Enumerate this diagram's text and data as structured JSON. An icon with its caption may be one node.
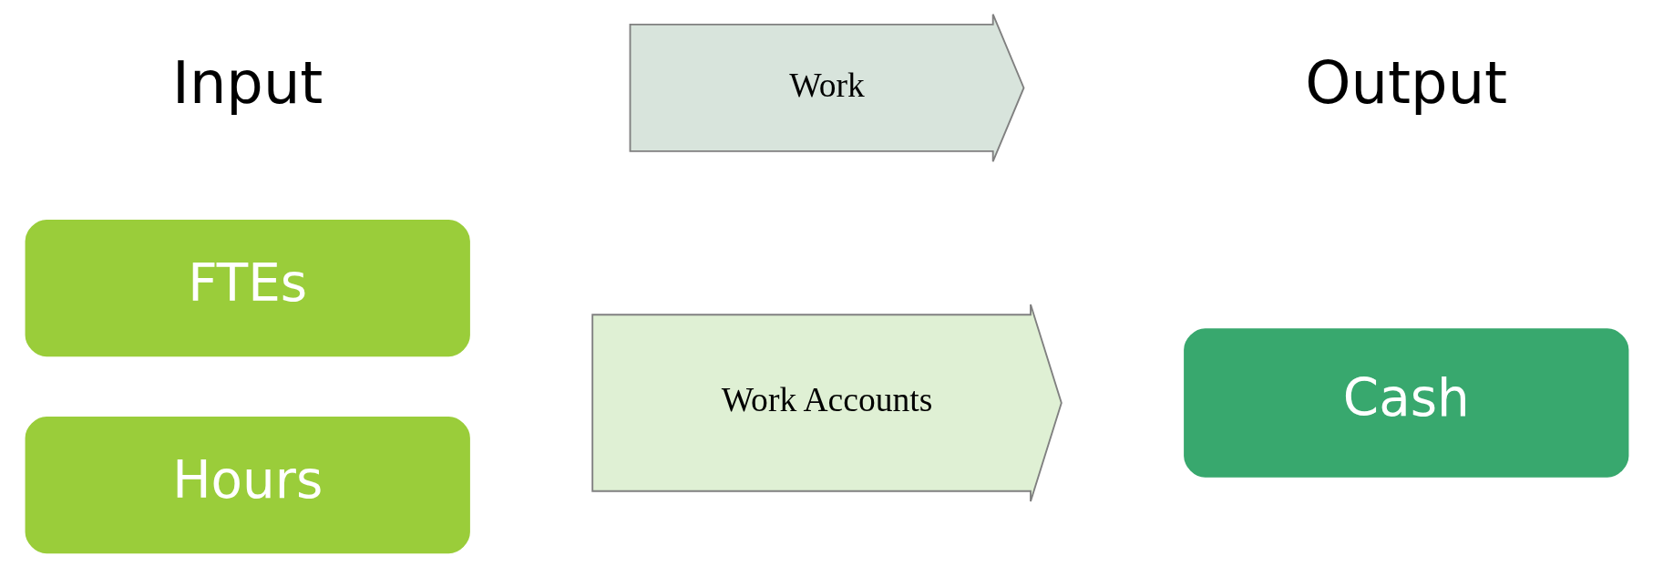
{
  "diagram": {
    "nodes": [
      {
        "text": [
          "FTEs"
        ]
      },
      {
        "text": [
          "Hours"
        ]
      },
      {
        "text": [
          "Work"
        ]
      },
      {
        "text": [
          "Work Accounts"
        ]
      },
      {
        "text": [
          "Cash"
        ]
      }
    ],
    "edges": [],
    "labels": [
      "Input",
      "Output"
    ]
  }
}
